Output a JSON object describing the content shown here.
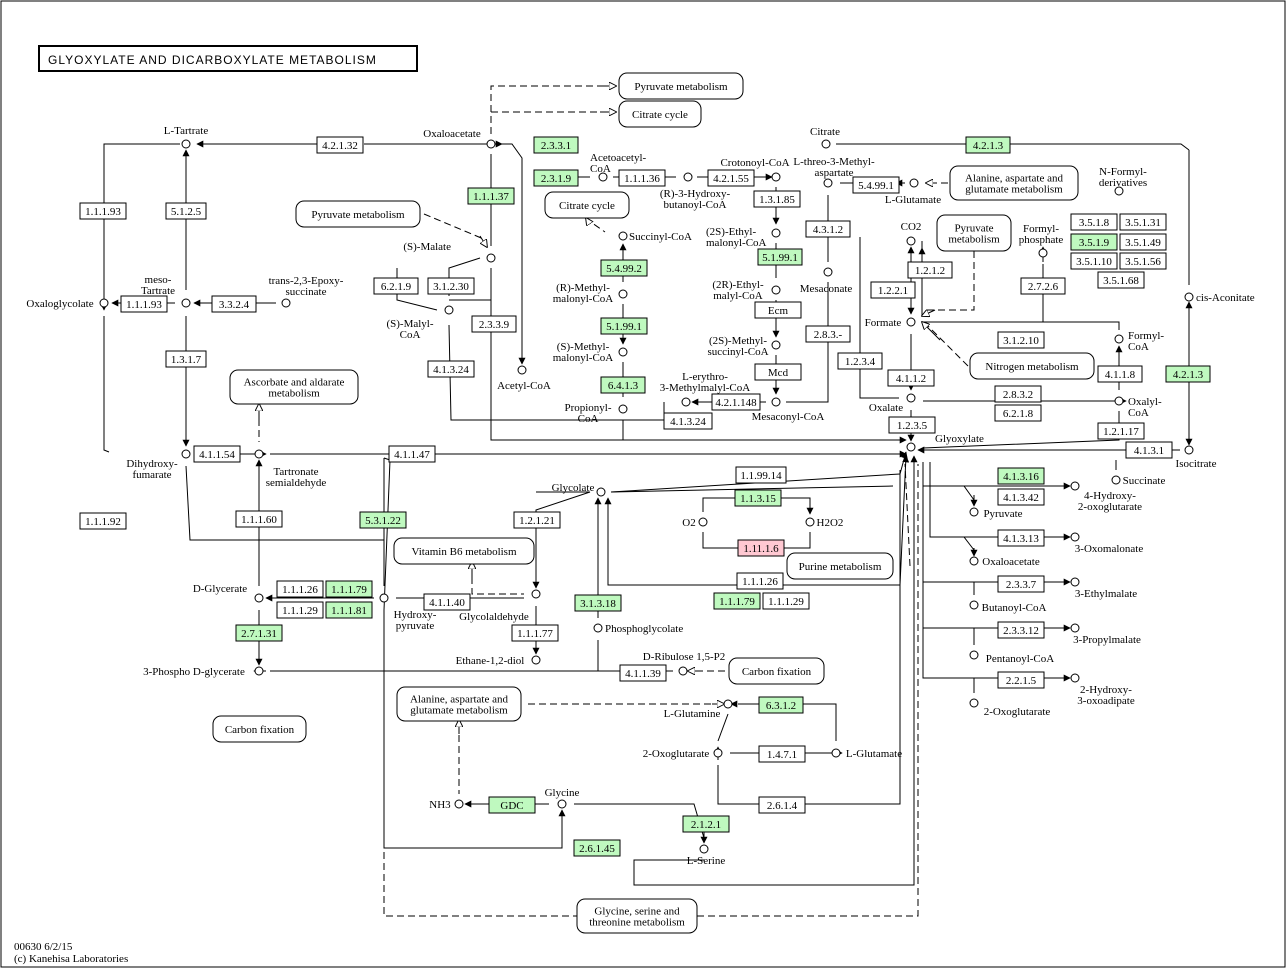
{
  "title": "GLYOXYLATE AND DICARBOXYLATE METABOLISM",
  "footer": {
    "id_date": "00630 6/2/15",
    "copyright": "(c) Kanehisa Laboratories"
  },
  "colors": {
    "found": "#bff9bf",
    "highlight": "#ffc8d2",
    "line": "#000000",
    "background": "#ffffff"
  },
  "enzymes": [
    {
      "id": "e4.2.1.32",
      "label": "4.2.1.32",
      "state": "plain"
    },
    {
      "id": "e2.3.3.1",
      "label": "2.3.3.1",
      "state": "found"
    },
    {
      "id": "e4.2.1.3a",
      "label": "4.2.1.3",
      "state": "found"
    },
    {
      "id": "e1.1.1.93a",
      "label": "1.1.1.93",
      "state": "plain"
    },
    {
      "id": "e5.1.2.5",
      "label": "5.1.2.5",
      "state": "plain"
    },
    {
      "id": "e1.1.1.37",
      "label": "1.1.1.37",
      "state": "found"
    },
    {
      "id": "e2.3.1.9",
      "label": "2.3.1.9",
      "state": "found"
    },
    {
      "id": "e1.1.1.36",
      "label": "1.1.1.36",
      "state": "plain"
    },
    {
      "id": "e4.2.1.55",
      "label": "4.2.1.55",
      "state": "plain"
    },
    {
      "id": "e1.3.1.85",
      "label": "1.3.1.85",
      "state": "plain"
    },
    {
      "id": "e5.4.99.1",
      "label": "5.4.99.1",
      "state": "plain"
    },
    {
      "id": "e1.1.1.93b",
      "label": "1.1.1.93",
      "state": "plain"
    },
    {
      "id": "e3.3.2.4",
      "label": "3.3.2.4",
      "state": "plain"
    },
    {
      "id": "e6.2.1.9",
      "label": "6.2.1.9",
      "state": "plain"
    },
    {
      "id": "e3.1.2.30",
      "label": "3.1.2.30",
      "state": "plain"
    },
    {
      "id": "e2.3.3.9",
      "label": "2.3.3.9",
      "state": "plain"
    },
    {
      "id": "e5.4.99.2",
      "label": "5.4.99.2",
      "state": "found"
    },
    {
      "id": "e5.1.99.1a",
      "label": "5.1.99.1",
      "state": "found"
    },
    {
      "id": "e5.1.99.1b",
      "label": "5.1.99.1",
      "state": "found"
    },
    {
      "id": "e6.4.1.3",
      "label": "6.4.1.3",
      "state": "found"
    },
    {
      "id": "e4.3.1.2",
      "label": "4.3.1.2",
      "state": "plain"
    },
    {
      "id": "eEcm",
      "label": "Ecm",
      "state": "plain"
    },
    {
      "id": "eMcd",
      "label": "Mcd",
      "state": "plain"
    },
    {
      "id": "e2.8.3.-",
      "label": "2.8.3.-",
      "state": "plain"
    },
    {
      "id": "e4.2.1.148",
      "label": "4.2.1.148",
      "state": "plain"
    },
    {
      "id": "e4.1.3.24a",
      "label": "4.1.3.24",
      "state": "plain"
    },
    {
      "id": "e4.1.3.24b",
      "label": "4.1.3.24",
      "state": "plain"
    },
    {
      "id": "e1.3.1.7",
      "label": "1.3.1.7",
      "state": "plain"
    },
    {
      "id": "e1.2.1.2",
      "label": "1.2.1.2",
      "state": "plain"
    },
    {
      "id": "e1.2.2.1",
      "label": "1.2.2.1",
      "state": "plain"
    },
    {
      "id": "e1.2.3.4",
      "label": "1.2.3.4",
      "state": "plain"
    },
    {
      "id": "e4.1.1.2",
      "label": "4.1.1.2",
      "state": "plain"
    },
    {
      "id": "e2.7.2.6",
      "label": "2.7.2.6",
      "state": "plain"
    },
    {
      "id": "e3.1.2.10",
      "label": "3.1.2.10",
      "state": "plain"
    },
    {
      "id": "e2.8.3.2",
      "label": "2.8.3.2",
      "state": "plain"
    },
    {
      "id": "e6.2.1.8",
      "label": "6.2.1.8",
      "state": "plain"
    },
    {
      "id": "e4.1.1.8",
      "label": "4.1.1.8",
      "state": "plain"
    },
    {
      "id": "e1.2.1.17",
      "label": "1.2.1.17",
      "state": "plain"
    },
    {
      "id": "e1.2.3.5",
      "label": "1.2.3.5",
      "state": "plain"
    },
    {
      "id": "e3.5.1.8",
      "label": "3.5.1.8",
      "state": "plain"
    },
    {
      "id": "e3.5.1.31",
      "label": "3.5.1.31",
      "state": "plain"
    },
    {
      "id": "e3.5.1.9",
      "label": "3.5.1.9",
      "state": "found"
    },
    {
      "id": "e3.5.1.49",
      "label": "3.5.1.49",
      "state": "plain"
    },
    {
      "id": "e3.5.1.10",
      "label": "3.5.1.10",
      "state": "plain"
    },
    {
      "id": "e3.5.1.56",
      "label": "3.5.1.56",
      "state": "plain"
    },
    {
      "id": "e3.5.1.68",
      "label": "3.5.1.68",
      "state": "plain"
    },
    {
      "id": "e4.2.1.3b",
      "label": "4.2.1.3",
      "state": "found"
    },
    {
      "id": "e4.1.3.1",
      "label": "4.1.3.1",
      "state": "plain"
    },
    {
      "id": "e4.1.3.16",
      "label": "4.1.3.16",
      "state": "found"
    },
    {
      "id": "e4.1.3.42",
      "label": "4.1.3.42",
      "state": "plain"
    },
    {
      "id": "e4.1.3.13",
      "label": "4.1.3.13",
      "state": "plain"
    },
    {
      "id": "e2.3.3.7",
      "label": "2.3.3.7",
      "state": "plain"
    },
    {
      "id": "e2.3.3.12",
      "label": "2.3.3.12",
      "state": "plain"
    },
    {
      "id": "e2.2.1.5",
      "label": "2.2.1.5",
      "state": "plain"
    },
    {
      "id": "e1.1.1.93c",
      "label": "1.1.1.93",
      "state": "plain"
    },
    {
      "id": "e4.1.1.54",
      "label": "4.1.1.54",
      "state": "plain"
    },
    {
      "id": "e4.1.1.47",
      "label": "4.1.1.47",
      "state": "plain"
    },
    {
      "id": "e1.1.1.92",
      "label": "1.1.1.92",
      "state": "plain"
    },
    {
      "id": "e1.1.1.60",
      "label": "1.1.1.60",
      "state": "plain"
    },
    {
      "id": "e5.3.1.22",
      "label": "5.3.1.22",
      "state": "found"
    },
    {
      "id": "e1.1.99.14",
      "label": "1.1.99.14",
      "state": "plain"
    },
    {
      "id": "e1.2.1.21",
      "label": "1.2.1.21",
      "state": "plain"
    },
    {
      "id": "e1.1.3.15",
      "label": "1.1.3.15",
      "state": "found"
    },
    {
      "id": "e1.11.1.6",
      "label": "1.11.1.6",
      "state": "highlight"
    },
    {
      "id": "e1.1.1.26a",
      "label": "1.1.1.26",
      "state": "plain"
    },
    {
      "id": "e1.1.1.79a",
      "label": "1.1.1.79",
      "state": "found"
    },
    {
      "id": "e1.1.1.29a",
      "label": "1.1.1.29",
      "state": "plain"
    },
    {
      "id": "e1.1.1.81",
      "label": "1.1.1.81",
      "state": "found"
    },
    {
      "id": "e4.1.1.40",
      "label": "4.1.1.40",
      "state": "plain"
    },
    {
      "id": "e1.1.1.77",
      "label": "1.1.1.77",
      "state": "plain"
    },
    {
      "id": "e3.1.3.18",
      "label": "3.1.3.18",
      "state": "found"
    },
    {
      "id": "e1.1.1.26b",
      "label": "1.1.1.26",
      "state": "plain"
    },
    {
      "id": "e1.1.1.79b",
      "label": "1.1.1.79",
      "state": "found"
    },
    {
      "id": "e1.1.1.29b",
      "label": "1.1.1.29",
      "state": "plain"
    },
    {
      "id": "e2.7.1.31",
      "label": "2.7.1.31",
      "state": "found"
    },
    {
      "id": "e4.1.1.39",
      "label": "4.1.1.39",
      "state": "plain"
    },
    {
      "id": "e6.3.1.2",
      "label": "6.3.1.2",
      "state": "found"
    },
    {
      "id": "e1.4.7.1",
      "label": "1.4.7.1",
      "state": "plain"
    },
    {
      "id": "e2.6.1.4",
      "label": "2.6.1.4",
      "state": "plain"
    },
    {
      "id": "eGDC",
      "label": "GDC",
      "state": "found"
    },
    {
      "id": "e2.1.2.1",
      "label": "2.1.2.1",
      "state": "found"
    },
    {
      "id": "e2.6.1.45",
      "label": "2.6.1.45",
      "state": "found"
    }
  ],
  "compounds": [
    {
      "id": "l-tartrate",
      "label": "L-Tartrate"
    },
    {
      "id": "oxaloacetate",
      "label": "Oxaloacetate"
    },
    {
      "id": "citrate",
      "label": "Citrate"
    },
    {
      "id": "acetoacetyl-coa",
      "label": [
        "Acetoacetyl-",
        "CoA"
      ]
    },
    {
      "id": "crotonoyl-coa",
      "label": "Crotonoyl-CoA"
    },
    {
      "id": "hydroxybutanoyl-coa",
      "label": [
        "(R)-3-Hydroxy-",
        "butanoyl-CoA"
      ]
    },
    {
      "id": "l-threo-methylaspartate",
      "label": [
        "L-threo-3-Methyl-",
        "aspartate"
      ]
    },
    {
      "id": "l-glutamate-top",
      "label": "L-Glutamate"
    },
    {
      "id": "n-formyl-derivatives",
      "label": [
        "N-Formyl-",
        "derivatives"
      ]
    },
    {
      "id": "succinyl-coa",
      "label": "Succinyl-CoA"
    },
    {
      "id": "ethylmalonyl-coa",
      "label": [
        "(2S)-Ethyl-",
        "malonyl-CoA"
      ]
    },
    {
      "id": "co2",
      "label": "CO2"
    },
    {
      "id": "formyl-phosphate",
      "label": [
        "Formyl-",
        "phosphate"
      ]
    },
    {
      "id": "meso-tartrate",
      "label": [
        "meso-",
        "Tartrate"
      ]
    },
    {
      "id": "epoxysuccinate",
      "label": [
        "trans-2,3-Epoxy-",
        "succinate"
      ]
    },
    {
      "id": "s-malate",
      "label": "(S)-Malate"
    },
    {
      "id": "r-methylmalonyl-coa",
      "label": [
        "(R)-Methyl-",
        "malonyl-CoA"
      ]
    },
    {
      "id": "r-ethylmalyl-coa",
      "label": [
        "(2R)-Ethyl-",
        "malyl-CoA"
      ]
    },
    {
      "id": "mesaconate",
      "label": "Mesaconate"
    },
    {
      "id": "oxaloglycolate",
      "label": "Oxaloglycolate"
    },
    {
      "id": "s-malyl-coa",
      "label": [
        "(S)-Malyl-",
        "CoA"
      ]
    },
    {
      "id": "formate",
      "label": "Formate"
    },
    {
      "id": "cis-aconitate",
      "label": "cis-Aconitate"
    },
    {
      "id": "s-methylmalonyl-coa",
      "label": [
        "(S)-Methyl-",
        "malonyl-CoA"
      ]
    },
    {
      "id": "s-methylsuccinyl-coa",
      "label": [
        "(2S)-Methyl-",
        "succinyl-CoA"
      ]
    },
    {
      "id": "formyl-coa",
      "label": [
        "Formyl-",
        "CoA"
      ]
    },
    {
      "id": "acetyl-coa",
      "label": "Acetyl-CoA"
    },
    {
      "id": "erythro-methylmalyl-coa",
      "label": [
        "L-erythro-",
        "3-Methylmalyl-CoA"
      ]
    },
    {
      "id": "oxalate",
      "label": "Oxalate"
    },
    {
      "id": "propionyl-coa",
      "label": [
        "Propionyl-",
        "CoA"
      ]
    },
    {
      "id": "mesaconyl-coa",
      "label": "Mesaconyl-CoA"
    },
    {
      "id": "oxalyl-coa",
      "label": [
        "Oxalyl-",
        "CoA"
      ]
    },
    {
      "id": "glyoxylate",
      "label": "Glyoxylate"
    },
    {
      "id": "isocitrate",
      "label": "Isocitrate"
    },
    {
      "id": "succinate",
      "label": "Succinate"
    },
    {
      "id": "dihydroxyfumarate",
      "label": [
        "Dihydroxy-",
        "fumarate"
      ]
    },
    {
      "id": "tartronate-semialdehyde",
      "label": [
        "Tartronate",
        "semialdehyde"
      ]
    },
    {
      "id": "glycolate",
      "label": "Glycolate"
    },
    {
      "id": "hydroxy-oxoglutarate",
      "label": [
        "4-Hydroxy-",
        "2-oxoglutarate"
      ]
    },
    {
      "id": "pyruvate",
      "label": "Pyruvate"
    },
    {
      "id": "o2",
      "label": "O2"
    },
    {
      "id": "h2o2",
      "label": "H2O2"
    },
    {
      "id": "oxaloacetate-right",
      "label": "Oxaloacetate"
    },
    {
      "id": "oxomalonate",
      "label": "3-Oxomalonate"
    },
    {
      "id": "d-glycerate",
      "label": "D-Glycerate"
    },
    {
      "id": "hydroxypyruvate",
      "label": [
        "Hydroxy-",
        "pyruvate"
      ]
    },
    {
      "id": "glycolaldehyde",
      "label": "Glycolaldehyde"
    },
    {
      "id": "butanoyl-coa",
      "label": "Butanoyl-CoA"
    },
    {
      "id": "ethylmalate",
      "label": "3-Ethylmalate"
    },
    {
      "id": "phosphoglycolate",
      "label": "Phosphoglycolate"
    },
    {
      "id": "propylmalate",
      "label": "3-Propylmalate"
    },
    {
      "id": "pentanoyl-coa",
      "label": "Pentanoyl-CoA"
    },
    {
      "id": "phospho-d-glycerate",
      "label": "3-Phospho D-glycerate"
    },
    {
      "id": "ethane-diol",
      "label": "Ethane-1,2-diol"
    },
    {
      "id": "d-ribulose",
      "label": "D-Ribulose 1,5-P2"
    },
    {
      "id": "hydroxy-oxoadipate",
      "label": [
        "2-Hydroxy-",
        "3-oxoadipate"
      ]
    },
    {
      "id": "l-glutamine",
      "label": "L-Glutamine"
    },
    {
      "id": "oxoglutarate-right",
      "label": "2-Oxoglutarate"
    },
    {
      "id": "oxoglutarate-mid",
      "label": "2-Oxoglutarate"
    },
    {
      "id": "l-glutamate-mid",
      "label": "L-Glutamate"
    },
    {
      "id": "glycine",
      "label": "Glycine"
    },
    {
      "id": "nh3",
      "label": "NH3"
    },
    {
      "id": "l-serine",
      "label": "L-Serine"
    }
  ],
  "maps": [
    {
      "id": "pyruvate-metabolism-top",
      "label": [
        "Pyruvate metabolism"
      ]
    },
    {
      "id": "citrate-cycle-top",
      "label": [
        "Citrate cycle"
      ]
    },
    {
      "id": "pyruvate-metabolism-left",
      "label": [
        "Pyruvate metabolism"
      ]
    },
    {
      "id": "citrate-cycle-mid",
      "label": [
        "Citrate cycle"
      ]
    },
    {
      "id": "alanine-aspartate-top",
      "label": [
        "Alanine, aspartate and",
        "glutamate metabolism"
      ]
    },
    {
      "id": "pyruvate-metabolism-right",
      "label": [
        "Pyruvate",
        "metabolism"
      ]
    },
    {
      "id": "nitrogen-metabolism",
      "label": [
        "Nitrogen metabolism"
      ]
    },
    {
      "id": "ascorbate-aldarate",
      "label": [
        "Ascorbate and aldarate",
        "metabolism"
      ]
    },
    {
      "id": "vitamin-b6",
      "label": [
        "Vitamin B6 metabolism"
      ]
    },
    {
      "id": "purine-metabolism",
      "label": [
        "Purine metabolism"
      ]
    },
    {
      "id": "carbon-fixation-mid",
      "label": [
        "Carbon fixation"
      ]
    },
    {
      "id": "alanine-aspartate-bottom",
      "label": [
        "Alanine, aspartate and",
        "glutamate metabolism"
      ]
    },
    {
      "id": "carbon-fixation-left",
      "label": [
        "Carbon fixation"
      ]
    },
    {
      "id": "glycine-serine-threonine",
      "label": [
        "Glycine, serine and",
        "threonine metabolism"
      ]
    }
  ]
}
